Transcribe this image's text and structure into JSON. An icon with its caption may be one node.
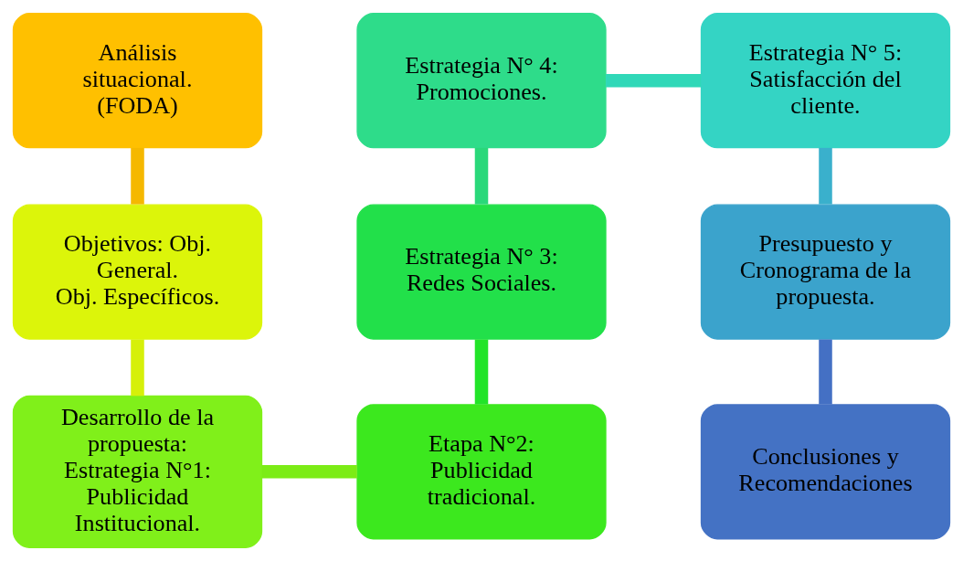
{
  "diagram": {
    "nodes": [
      {
        "text": [
          "Análisis situacional.",
          "(FODA)"
        ]
      },
      {
        "text": [
          "Objetivos: Obj. General.",
          "Obj. Específicos."
        ]
      },
      {
        "text": [
          "Desarrollo de la propuesta: Estrategia N°1: Publicidad Institucional."
        ]
      },
      {
        "text": [
          "Etapa N°2: Publicidad tradicional."
        ]
      },
      {
        "text": [
          "Estrategia N° 3: Redes Sociales."
        ]
      },
      {
        "text": [
          "Estrategia N° 4: Promociones."
        ]
      },
      {
        "text": [
          "Estrategia N° 5: Satisfacción del cliente."
        ]
      },
      {
        "text": [
          "Presupuesto y Cronograma de la propuesta."
        ]
      },
      {
        "text": [
          "Conclusiones y Recomendaciones"
        ]
      }
    ],
    "edges": [
      {
        "from": 0,
        "to": 1,
        "arrow": "none",
        "color": "#f5b800"
      },
      {
        "from": 1,
        "to": 2,
        "arrow": "none",
        "color": "#d6f00a"
      },
      {
        "from": 2,
        "to": 3,
        "arrow": "none",
        "color": "#7cec16"
      },
      {
        "from": 3,
        "to": 4,
        "arrow": "none",
        "color": "#22e428"
      },
      {
        "from": 4,
        "to": 5,
        "arrow": "none",
        "color": "#2ad87a"
      },
      {
        "from": 5,
        "to": 6,
        "arrow": "none",
        "color": "#30d8b8"
      },
      {
        "from": 6,
        "to": 7,
        "arrow": "none",
        "color": "#3ab0cc"
      },
      {
        "from": 7,
        "to": 8,
        "arrow": "none",
        "color": "#4470c4"
      }
    ]
  }
}
